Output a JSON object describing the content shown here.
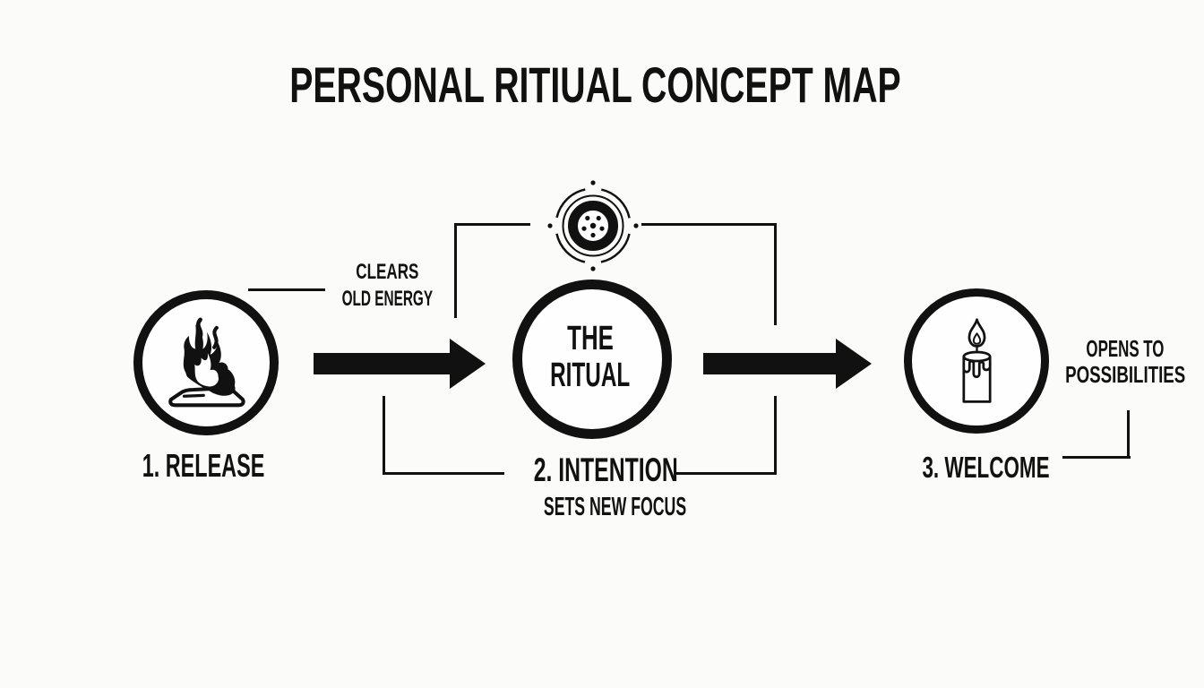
{
  "title": "PERSONAL RITIUAL CONCEPT MAP",
  "colors": {
    "ink": "#111111",
    "background": "#fbfbfa",
    "paper": "#fefefe"
  },
  "nodes": {
    "release": {
      "label": "1. RELEASE",
      "icon": "burning-paper-icon",
      "note": {
        "line1": "CLEARS",
        "line2": "OLD ENERGY"
      }
    },
    "ritual": {
      "line1": "THE",
      "line2": "RITUAL",
      "icon": "mandala-icon"
    },
    "intention": {
      "label": "2. INTENTION",
      "subtitle": "SETS NEW FOCUS"
    },
    "welcome": {
      "label": "3. WELCOME",
      "icon": "candle-icon",
      "note": {
        "line1": "OPENS TO",
        "line2": "POSSIBILITIES"
      }
    }
  }
}
